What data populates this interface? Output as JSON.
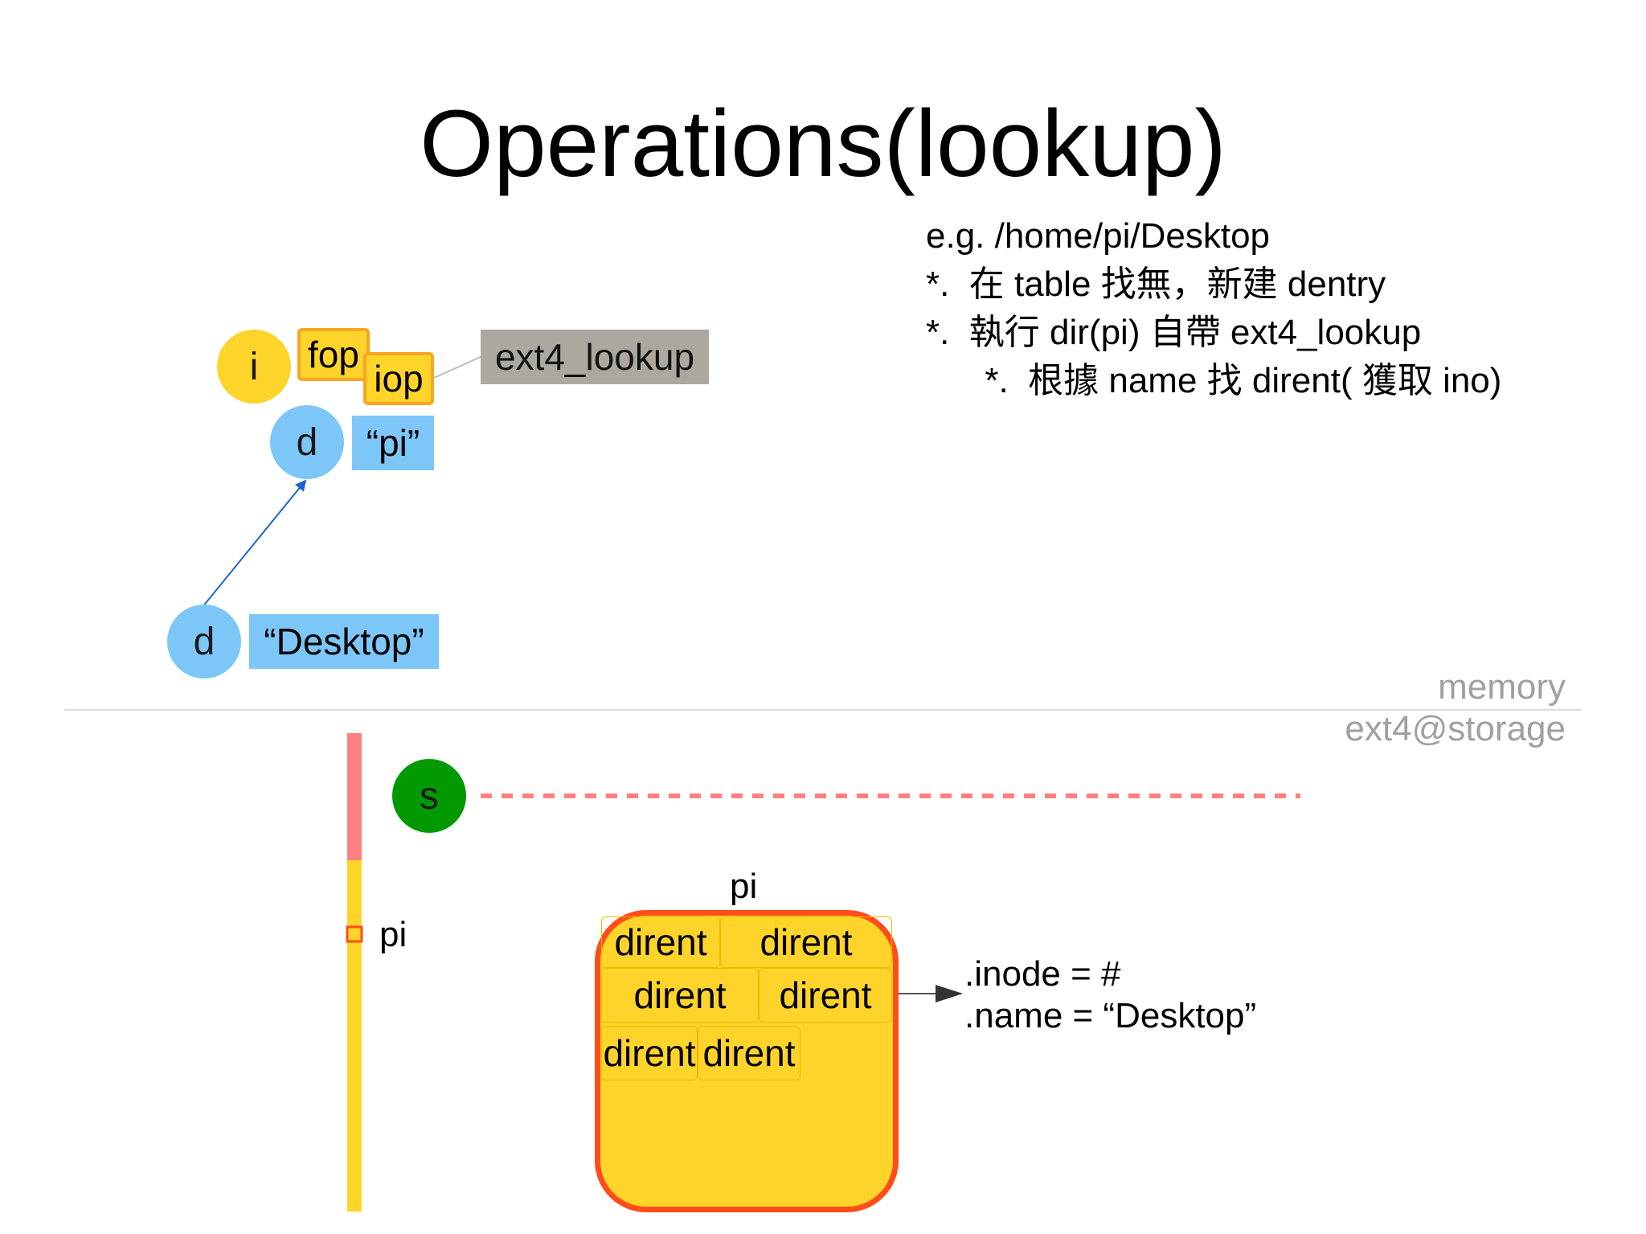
{
  "title": "Operations(lookup)",
  "notes": [
    "e.g. /home/pi/Desktop",
    "*.  在 table 找無，新建 dentry",
    "*.  執行 dir(pi) 自帶 ext4_lookup",
    "      *.  根據 name 找 dirent( 獲取 ino)"
  ],
  "memory_side": {
    "inode_circle": "i",
    "fop_tag": "fop",
    "iop_tag": "iop",
    "lookup_tag": "ext4_lookup",
    "dentry_pi": {
      "circle": "d",
      "name": "“pi”"
    },
    "dentry_desktop": {
      "circle": "d",
      "name": "“Desktop”"
    }
  },
  "divider": {
    "upper_label": "memory",
    "lower_label": "ext4@storage"
  },
  "storage_side": {
    "superblock_circle": "s",
    "pi_marker_label": "pi",
    "dir_block_title": "pi",
    "dirents": [
      "dirent",
      "dirent",
      "dirent",
      "dirent",
      "dirent",
      "dirent"
    ],
    "dirent_detail": {
      "inode_line": ".inode = #",
      "name_line": ".name = “Desktop”"
    }
  },
  "colors": {
    "inode_yellow": "#ffd42a",
    "ops_border": "#f6a623",
    "dentry_blue": "#7dc6f8",
    "lookup_gray": "#aca79f",
    "superblock_green": "#009900",
    "storage_red": "#ff8080",
    "block_border": "#ff4d1a",
    "arrow_blue": "#1a66cc"
  }
}
